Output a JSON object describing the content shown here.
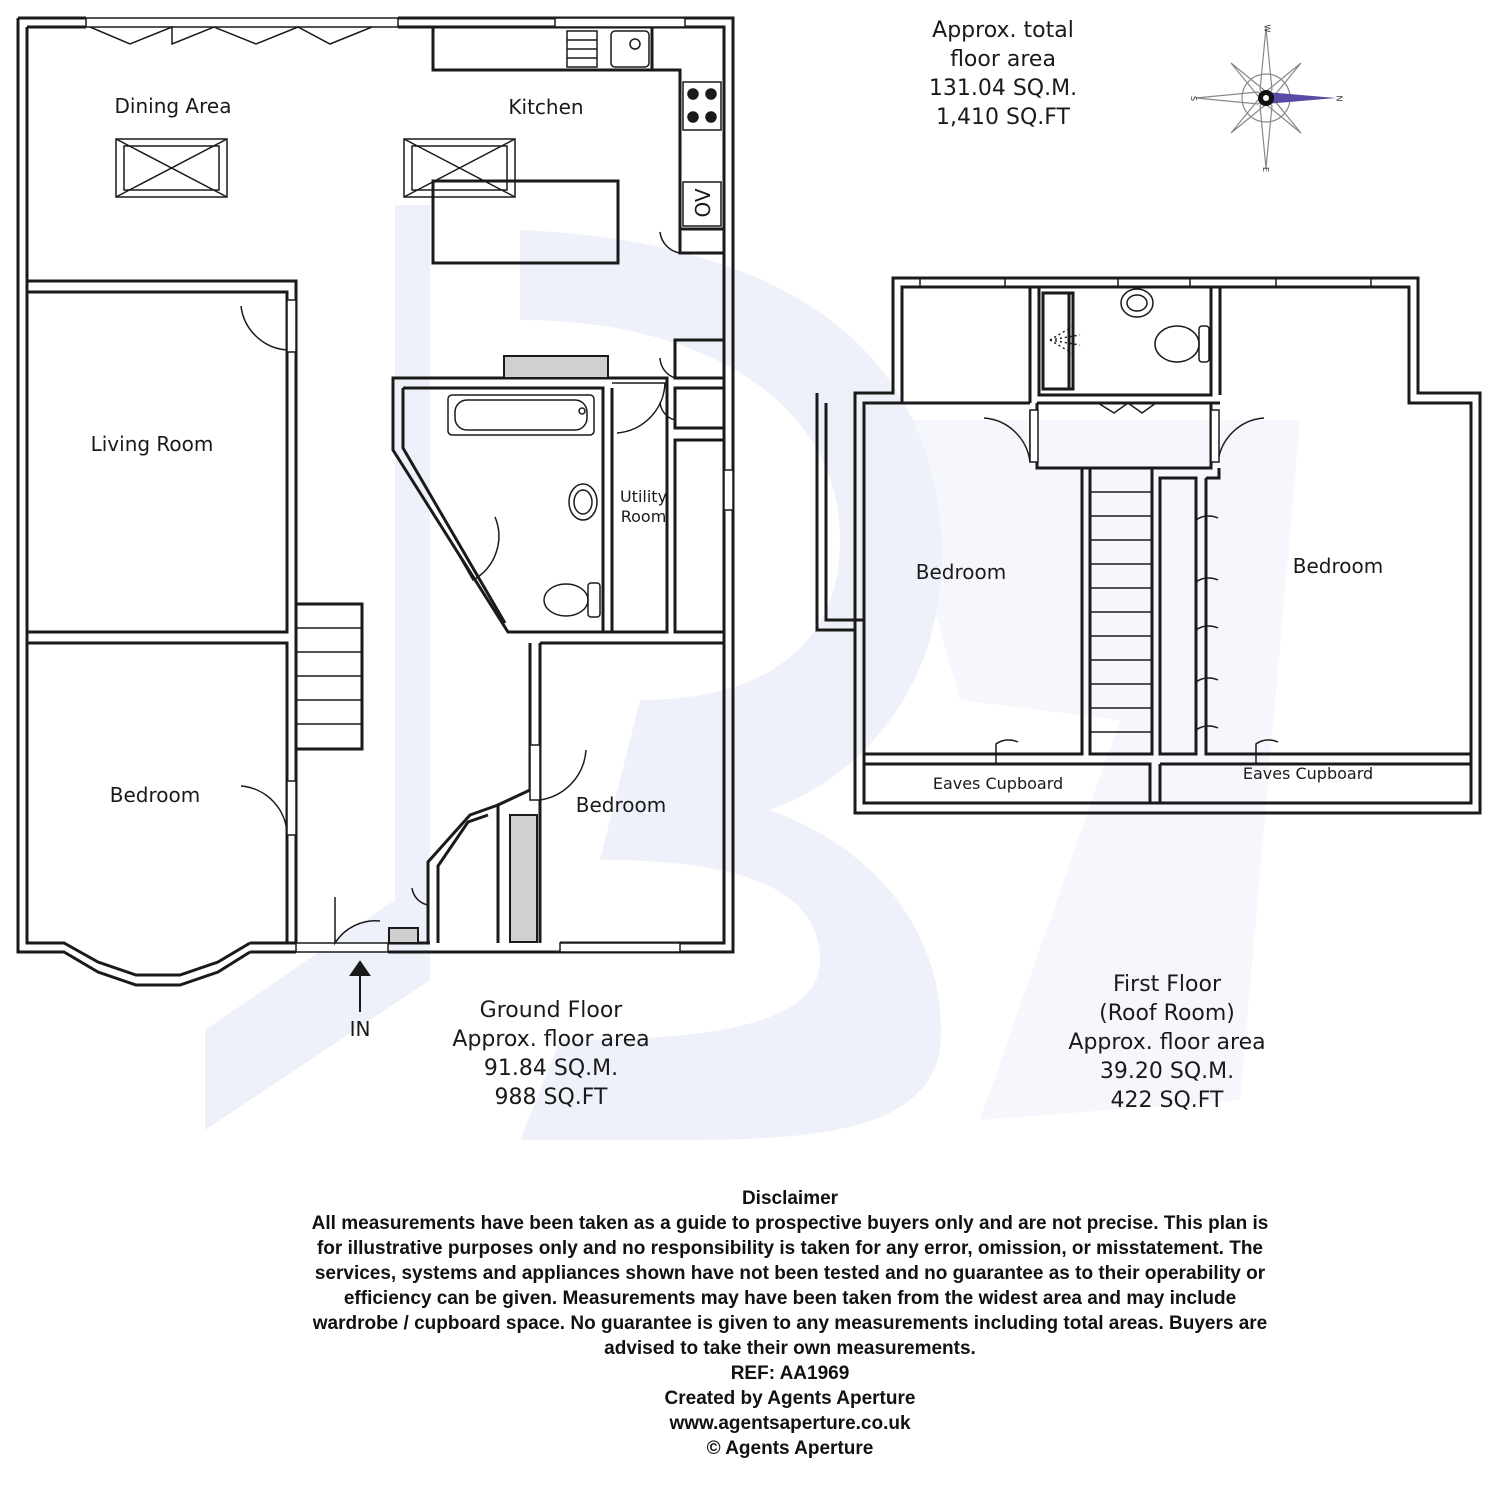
{
  "rooms": {
    "dining_area": "Dining Area",
    "kitchen": "Kitchen",
    "oven": "OV",
    "living_room": "Living Room",
    "bedroom_ground_left": "Bedroom",
    "bedroom_ground_right": "Bedroom",
    "utility_room_line1": "Utility",
    "utility_room_line2": "Room",
    "bedroom_first_left": "Bedroom",
    "bedroom_first_right": "Bedroom",
    "eaves_left": "Eaves Cupboard",
    "eaves_right": "Eaves Cupboard",
    "entrance": "IN"
  },
  "total_area": {
    "line1": "Approx. total",
    "line2": "floor area",
    "sqm": "131.04 SQ.M.",
    "sqft": "1,410 SQ.FT"
  },
  "ground_floor": {
    "title": "Ground Floor",
    "area_label": "Approx. floor area",
    "sqm": "91.84 SQ.M.",
    "sqft": "988 SQ.FT"
  },
  "first_floor": {
    "title": "First Floor",
    "subtitle": "(Roof Room)",
    "area_label": "Approx. floor area",
    "sqm": "39.20 SQ.M.",
    "sqft": "422 SQ.FT"
  },
  "compass": {
    "w": "W",
    "n": "N",
    "s": "S",
    "e": "E"
  },
  "disclaimer": {
    "heading": "Disclaimer",
    "lines": [
      "All measurements have been taken as a guide to prospective buyers only and are not precise. This plan is",
      "for illustrative purposes only and no responsibility is taken for any error, omission, or misstatement. The",
      "services, systems and appliances shown have not been tested and no guarantee as to their operability or",
      "efficiency can be given. Measurements may have been taken from the widest area and may include",
      "wardrobe / cupboard space. No guarantee is given to any measurements including total areas. Buyers are",
      "advised to take their own measurements."
    ],
    "ref": "REF: AA1969",
    "created_by": "Created by Agents Aperture",
    "website": "www.agentsaperture.co.uk",
    "copyright": "© Agents Aperture"
  },
  "colors": {
    "wall": "#1a1a1a",
    "watermark": "#e9edf8",
    "compass_needle": "#5b4aa3",
    "stair_fill": "#d0d0d0"
  }
}
